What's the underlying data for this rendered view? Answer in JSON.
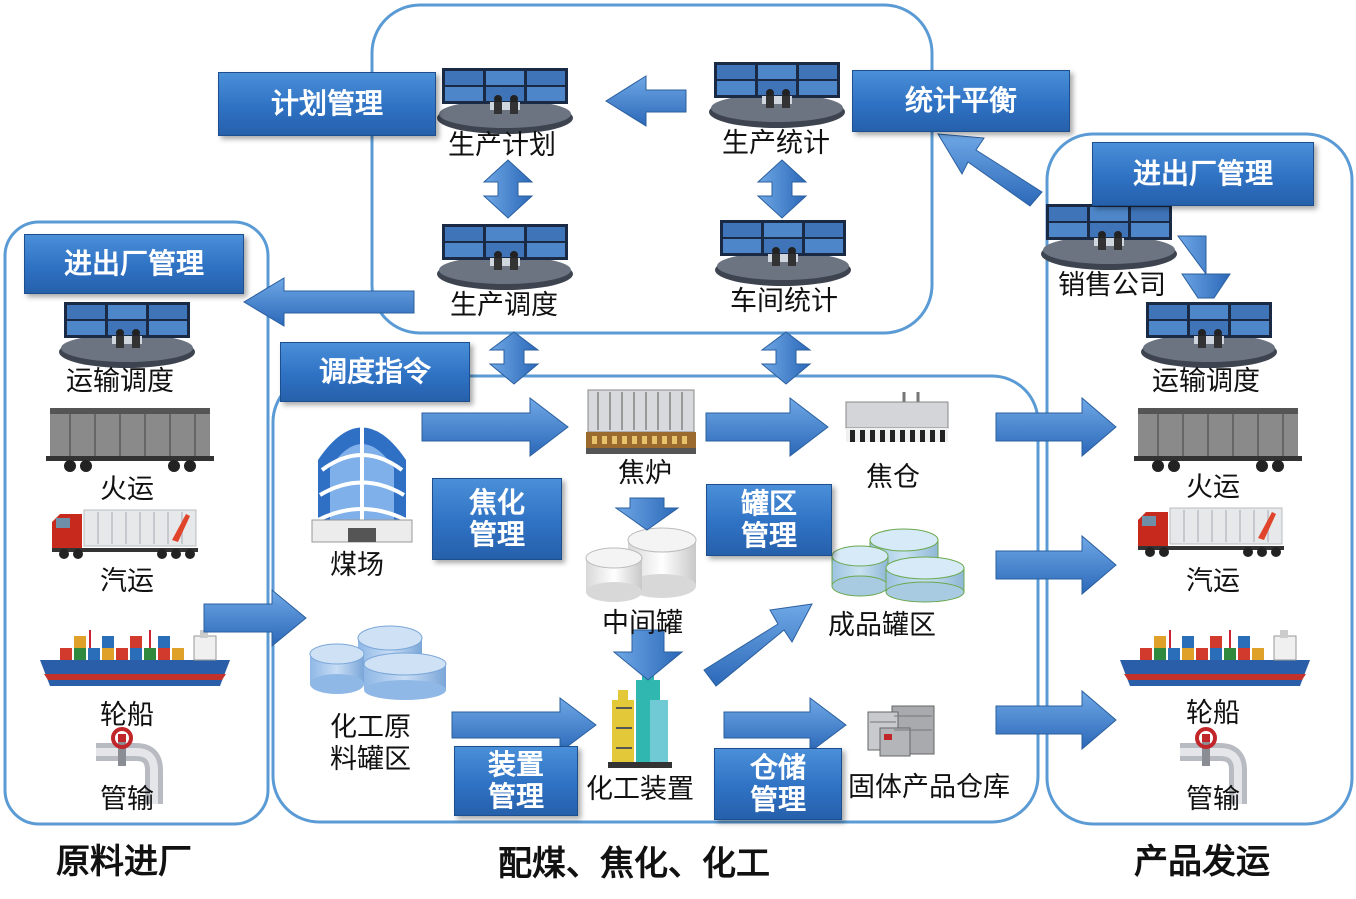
{
  "managers": {
    "plan": "计划管理",
    "stat_balance": "统计平衡",
    "gate_left": "进出厂管理",
    "gate_right": "进出厂管理",
    "dispatch_cmd": "调度指令",
    "coking": "焦化\n管理",
    "tank": "罐区\n管理",
    "device": "装置\n管理",
    "storage": "仓储\n管理"
  },
  "nodes": {
    "prod_plan": "生产计划",
    "prod_stat": "生产统计",
    "prod_dispatch": "生产调度",
    "workshop_stat": "车间统计",
    "sales": "销售公司",
    "transport_left": "运输调度",
    "transport_right": "运输调度",
    "rail_left": "火运",
    "truck_left": "汽运",
    "ship_left": "轮船",
    "pipe_left": "管输",
    "rail_right": "火运",
    "truck_right": "汽运",
    "ship_right": "轮船",
    "pipe_right": "管输",
    "coal_yard": "煤场",
    "coke_oven": "焦炉",
    "coke_bin": "焦仓",
    "mid_tank": "中间罐",
    "product_tank": "成品罐区",
    "chem_raw_tank": "化工原\n料罐区",
    "chem_device": "化工装置",
    "solid_warehouse": "固体产品仓库"
  },
  "sections": {
    "left": "原料进厂",
    "middle": "配煤、焦化、化工",
    "right": "产品发运"
  }
}
